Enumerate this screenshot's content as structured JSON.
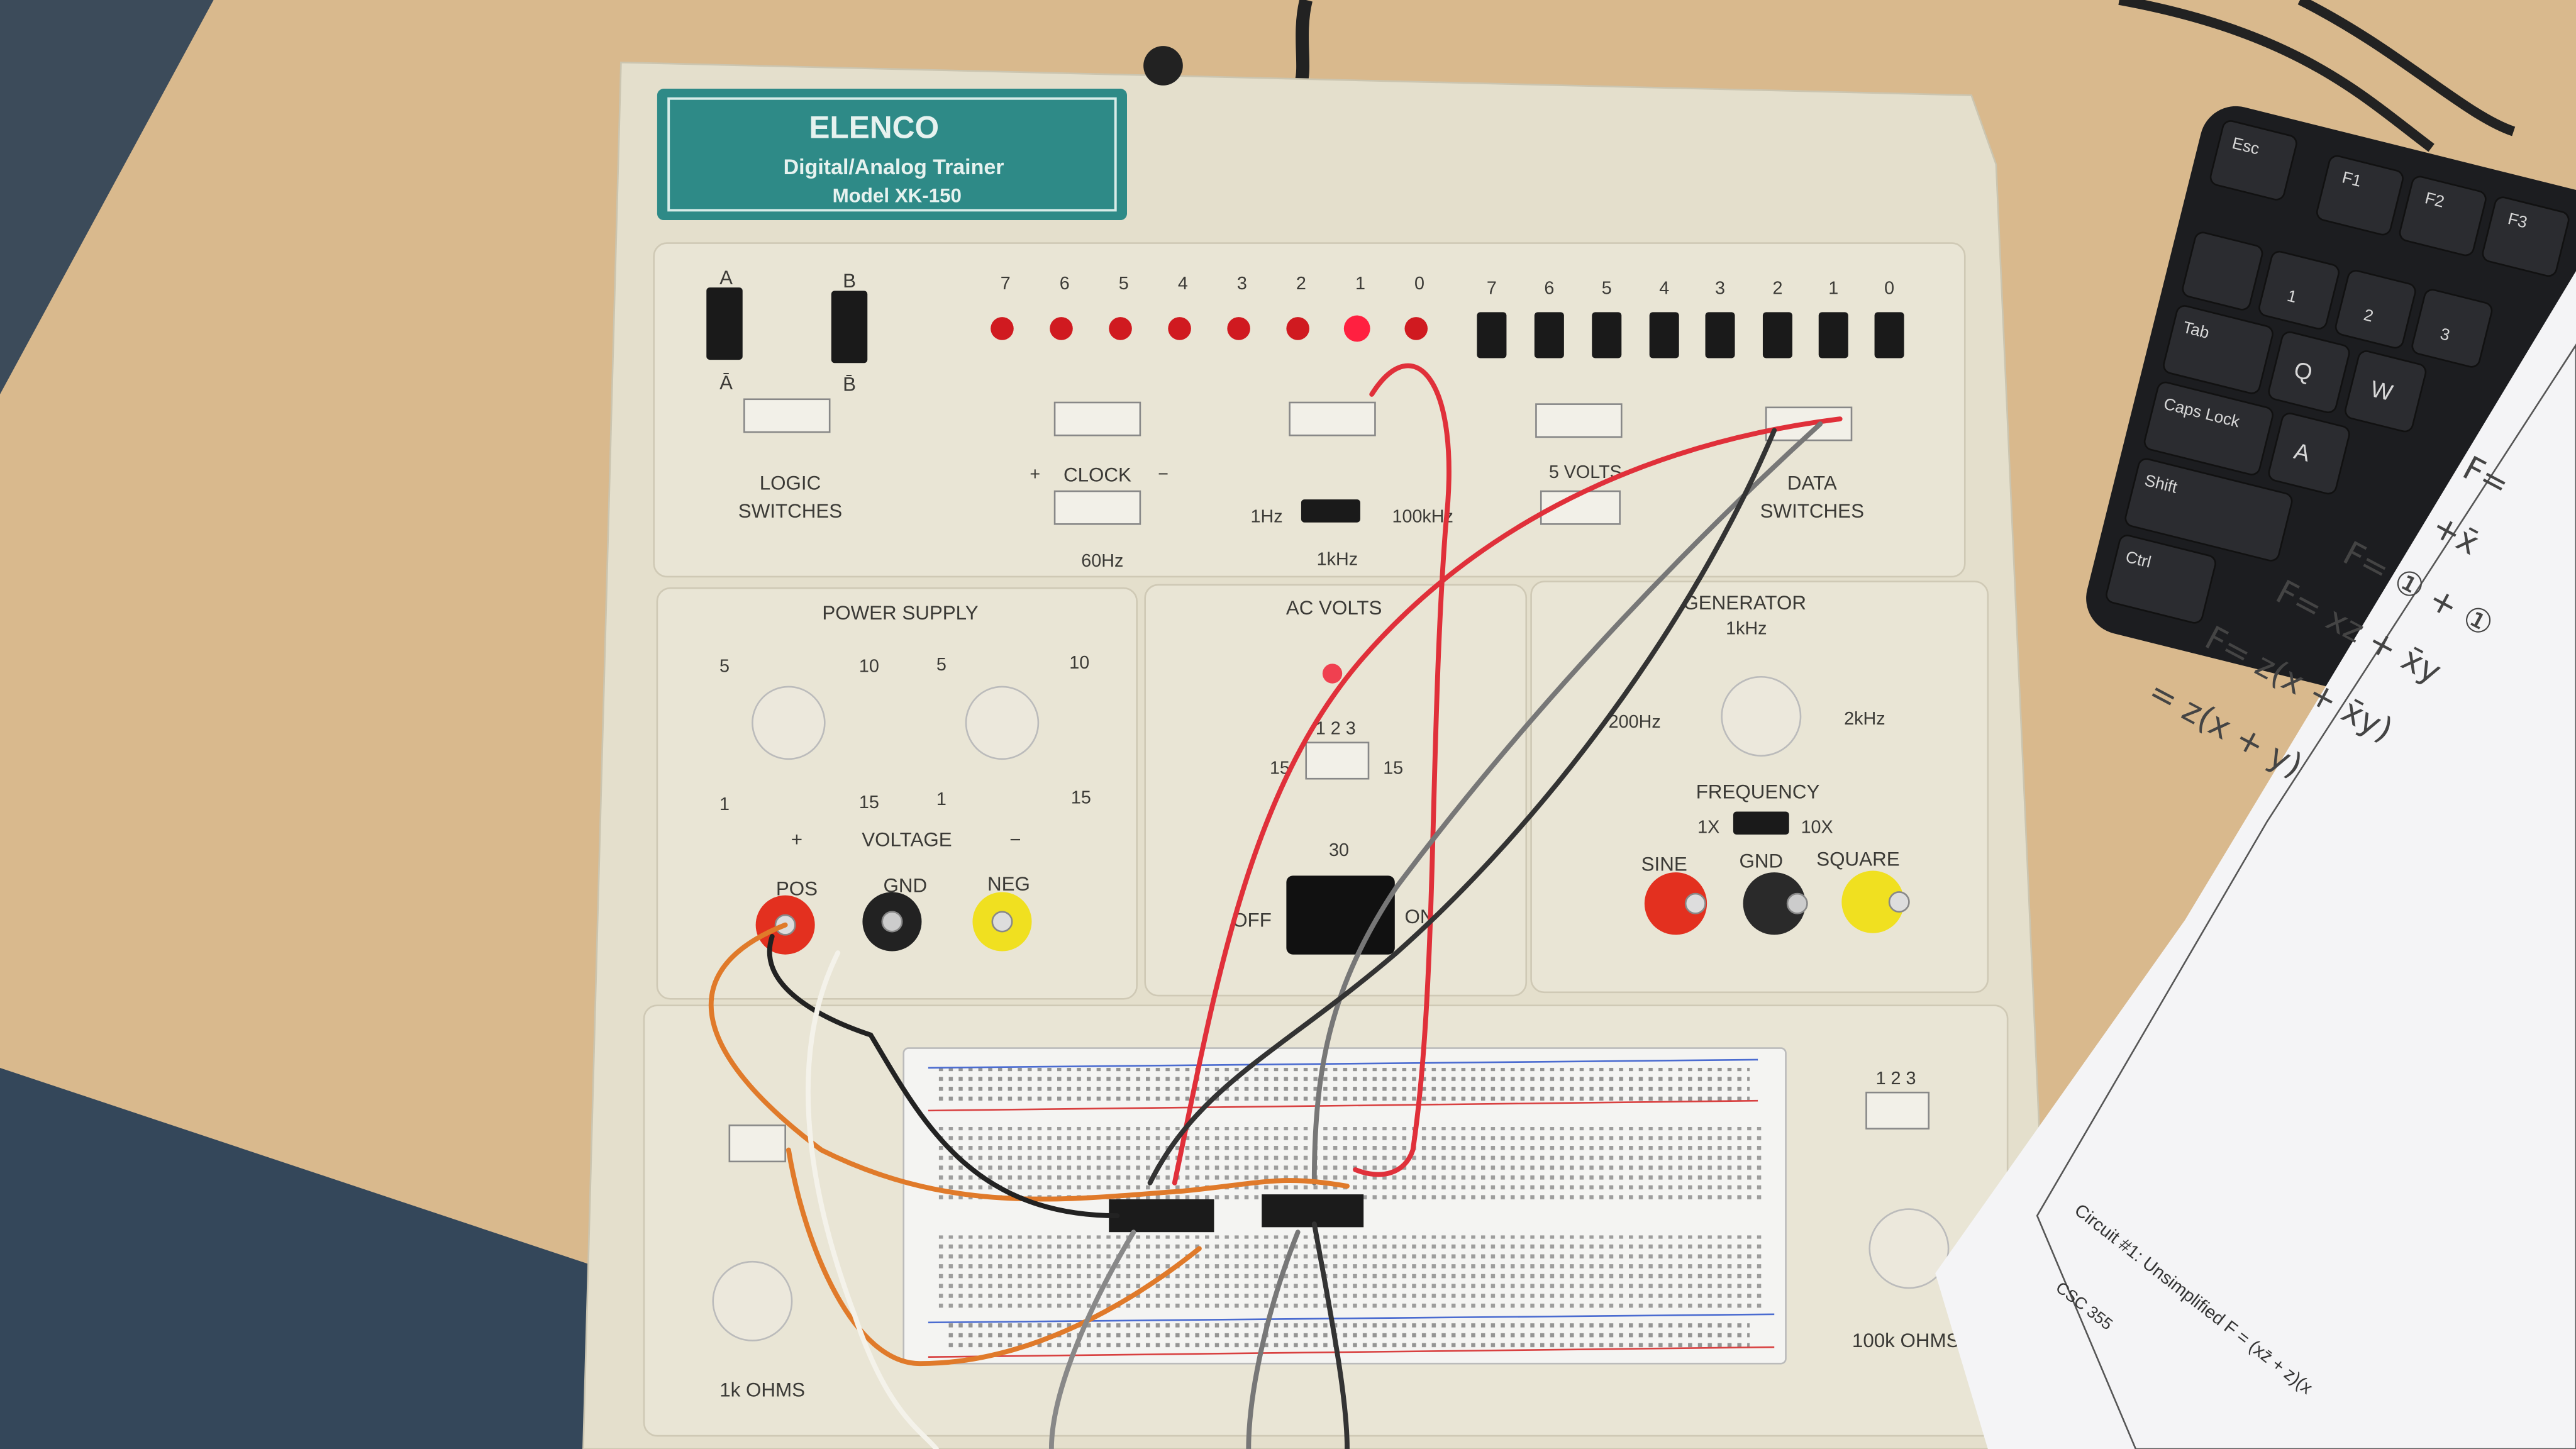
{
  "label": {
    "brand": "ELENCO",
    "subtitle": "Digital/Analog Trainer",
    "model": "Model XK-150"
  },
  "logic_switches": {
    "a": "A",
    "b": "B",
    "a_not": "Ā",
    "b_not": "B̄",
    "title_line1": "LOGIC",
    "title_line2": "SWITCHES"
  },
  "leds": {
    "numbers": [
      "7",
      "6",
      "5",
      "4",
      "3",
      "2",
      "1",
      "0"
    ],
    "lit_index": 6
  },
  "clock": {
    "title": "CLOCK",
    "plus": "+",
    "minus": "−",
    "freq_60": "60Hz",
    "freq_1hz": "1Hz",
    "freq_1khz": "1kHz",
    "freq_100khz": "100kHz"
  },
  "five_volts": "5 VOLTS",
  "data_switches": {
    "numbers": [
      "7",
      "6",
      "5",
      "4",
      "3",
      "2",
      "1",
      "0"
    ],
    "title_line1": "DATA",
    "title_line2": "SWITCHES"
  },
  "power_supply": {
    "title": "POWER SUPPLY",
    "k5": "5",
    "k10": "10",
    "k1": "1",
    "k15": "15",
    "voltage": "VOLTAGE",
    "plus": "+",
    "minus": "−",
    "pos": "POS",
    "gnd": "GND",
    "neg": "NEG"
  },
  "ac_volts": {
    "title": "AC VOLTS",
    "pins": "1 2 3",
    "left15": "15",
    "right15": "15",
    "v30": "30",
    "off": "OFF",
    "on": "ON"
  },
  "generator": {
    "title": "GENERATOR",
    "f1k": "1kHz",
    "f200": "200Hz",
    "f2k": "2kHz",
    "frequency": "FREQUENCY",
    "x1": "1X",
    "x10": "10X",
    "sine": "SINE",
    "gnd": "GND",
    "square": "SQUARE"
  },
  "pots": {
    "left": "1k OHMS",
    "right": "100k OHMS",
    "pins": "1 2 3"
  },
  "keyboard": {
    "esc": "Esc",
    "f1": "F1",
    "f2": "F2",
    "f3": "F3",
    "tab": "Tab",
    "caps": "Caps Lock",
    "shift": "Shift",
    "ctrl": "Ctrl",
    "q": "Q",
    "w": "W",
    "a": "A",
    "k1": "1",
    "k2": "2",
    "k3": "3"
  },
  "paper": {
    "handwriting": [
      "F=",
      "+x̄",
      "F= ① + ①",
      "F= xz + x̄y",
      "F= z(x + x̄y)",
      "= z(x + y)"
    ],
    "printed_title": "Circuit #1: Unsimplified  F = (xz̄ + z)(x",
    "course": "CSC 355"
  },
  "colors": {
    "label_teal": "#2e8a87",
    "panel": "#e7e2d1",
    "wire_red": "#e0303a",
    "wire_orange": "#e07a2a",
    "led_red": "#d01a20"
  }
}
